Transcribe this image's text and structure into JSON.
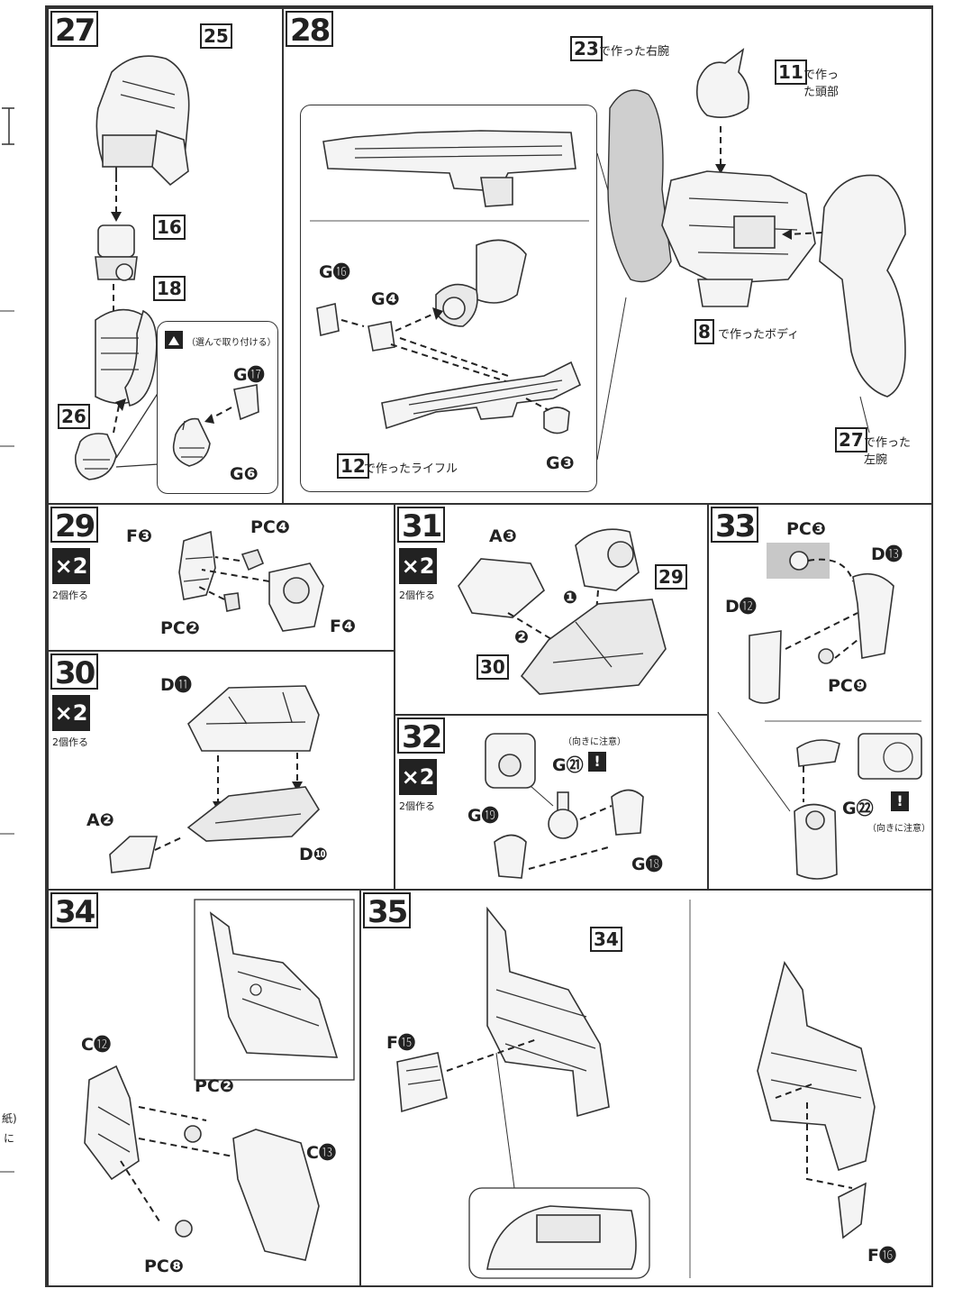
{
  "steps": {
    "s27": {
      "num": "27",
      "refs": [
        "25",
        "16",
        "18",
        "26"
      ],
      "inset_note": "（選んで取り付ける）",
      "parts": [
        "G⓱",
        "G❻"
      ]
    },
    "s28": {
      "num": "28",
      "callouts": [
        {
          "ref": "23",
          "text": "で作った右腕"
        },
        {
          "ref": "11",
          "text": "で作った頭部"
        },
        {
          "ref": "8",
          "text": "で作ったボディ"
        },
        {
          "ref": "27",
          "text": "で作った左腕"
        },
        {
          "ref": "12",
          "text": "で作ったライフル"
        }
      ],
      "parts": [
        "G⓰",
        "G❹",
        "G❸"
      ]
    },
    "s29": {
      "num": "29",
      "mult": "×2",
      "mult_note": "2個作る",
      "parts": [
        "F❸",
        "PC❹",
        "PC❷",
        "F❹"
      ]
    },
    "s30": {
      "num": "30",
      "mult": "×2",
      "mult_note": "2個作る",
      "parts": [
        "D⓫",
        "A❷",
        "D❿"
      ]
    },
    "s31": {
      "num": "31",
      "mult": "×2",
      "mult_note": "2個作る",
      "refs": [
        "29",
        "30"
      ],
      "parts": [
        "A❸"
      ],
      "order": [
        "❶",
        "❷"
      ]
    },
    "s32": {
      "num": "32",
      "mult": "×2",
      "mult_note": "2個作る",
      "parts": [
        "G⓳",
        "G㉑",
        "G⓲"
      ],
      "caution": "（向きに注意）"
    },
    "s33": {
      "num": "33",
      "parts": [
        "PC❸",
        "D⓭",
        "D⓬",
        "PC❾",
        "G㉒"
      ],
      "caution": "（向きに注意）"
    },
    "s34": {
      "num": "34",
      "parts": [
        "C⓬",
        "PC❷",
        "C⓭",
        "PC❽"
      ]
    },
    "s35": {
      "num": "35",
      "refs": [
        "34"
      ],
      "parts": [
        "F⓯",
        "F⓰"
      ]
    }
  },
  "left_strip_chars": [
    "(",
    "紙)",
    "に"
  ]
}
